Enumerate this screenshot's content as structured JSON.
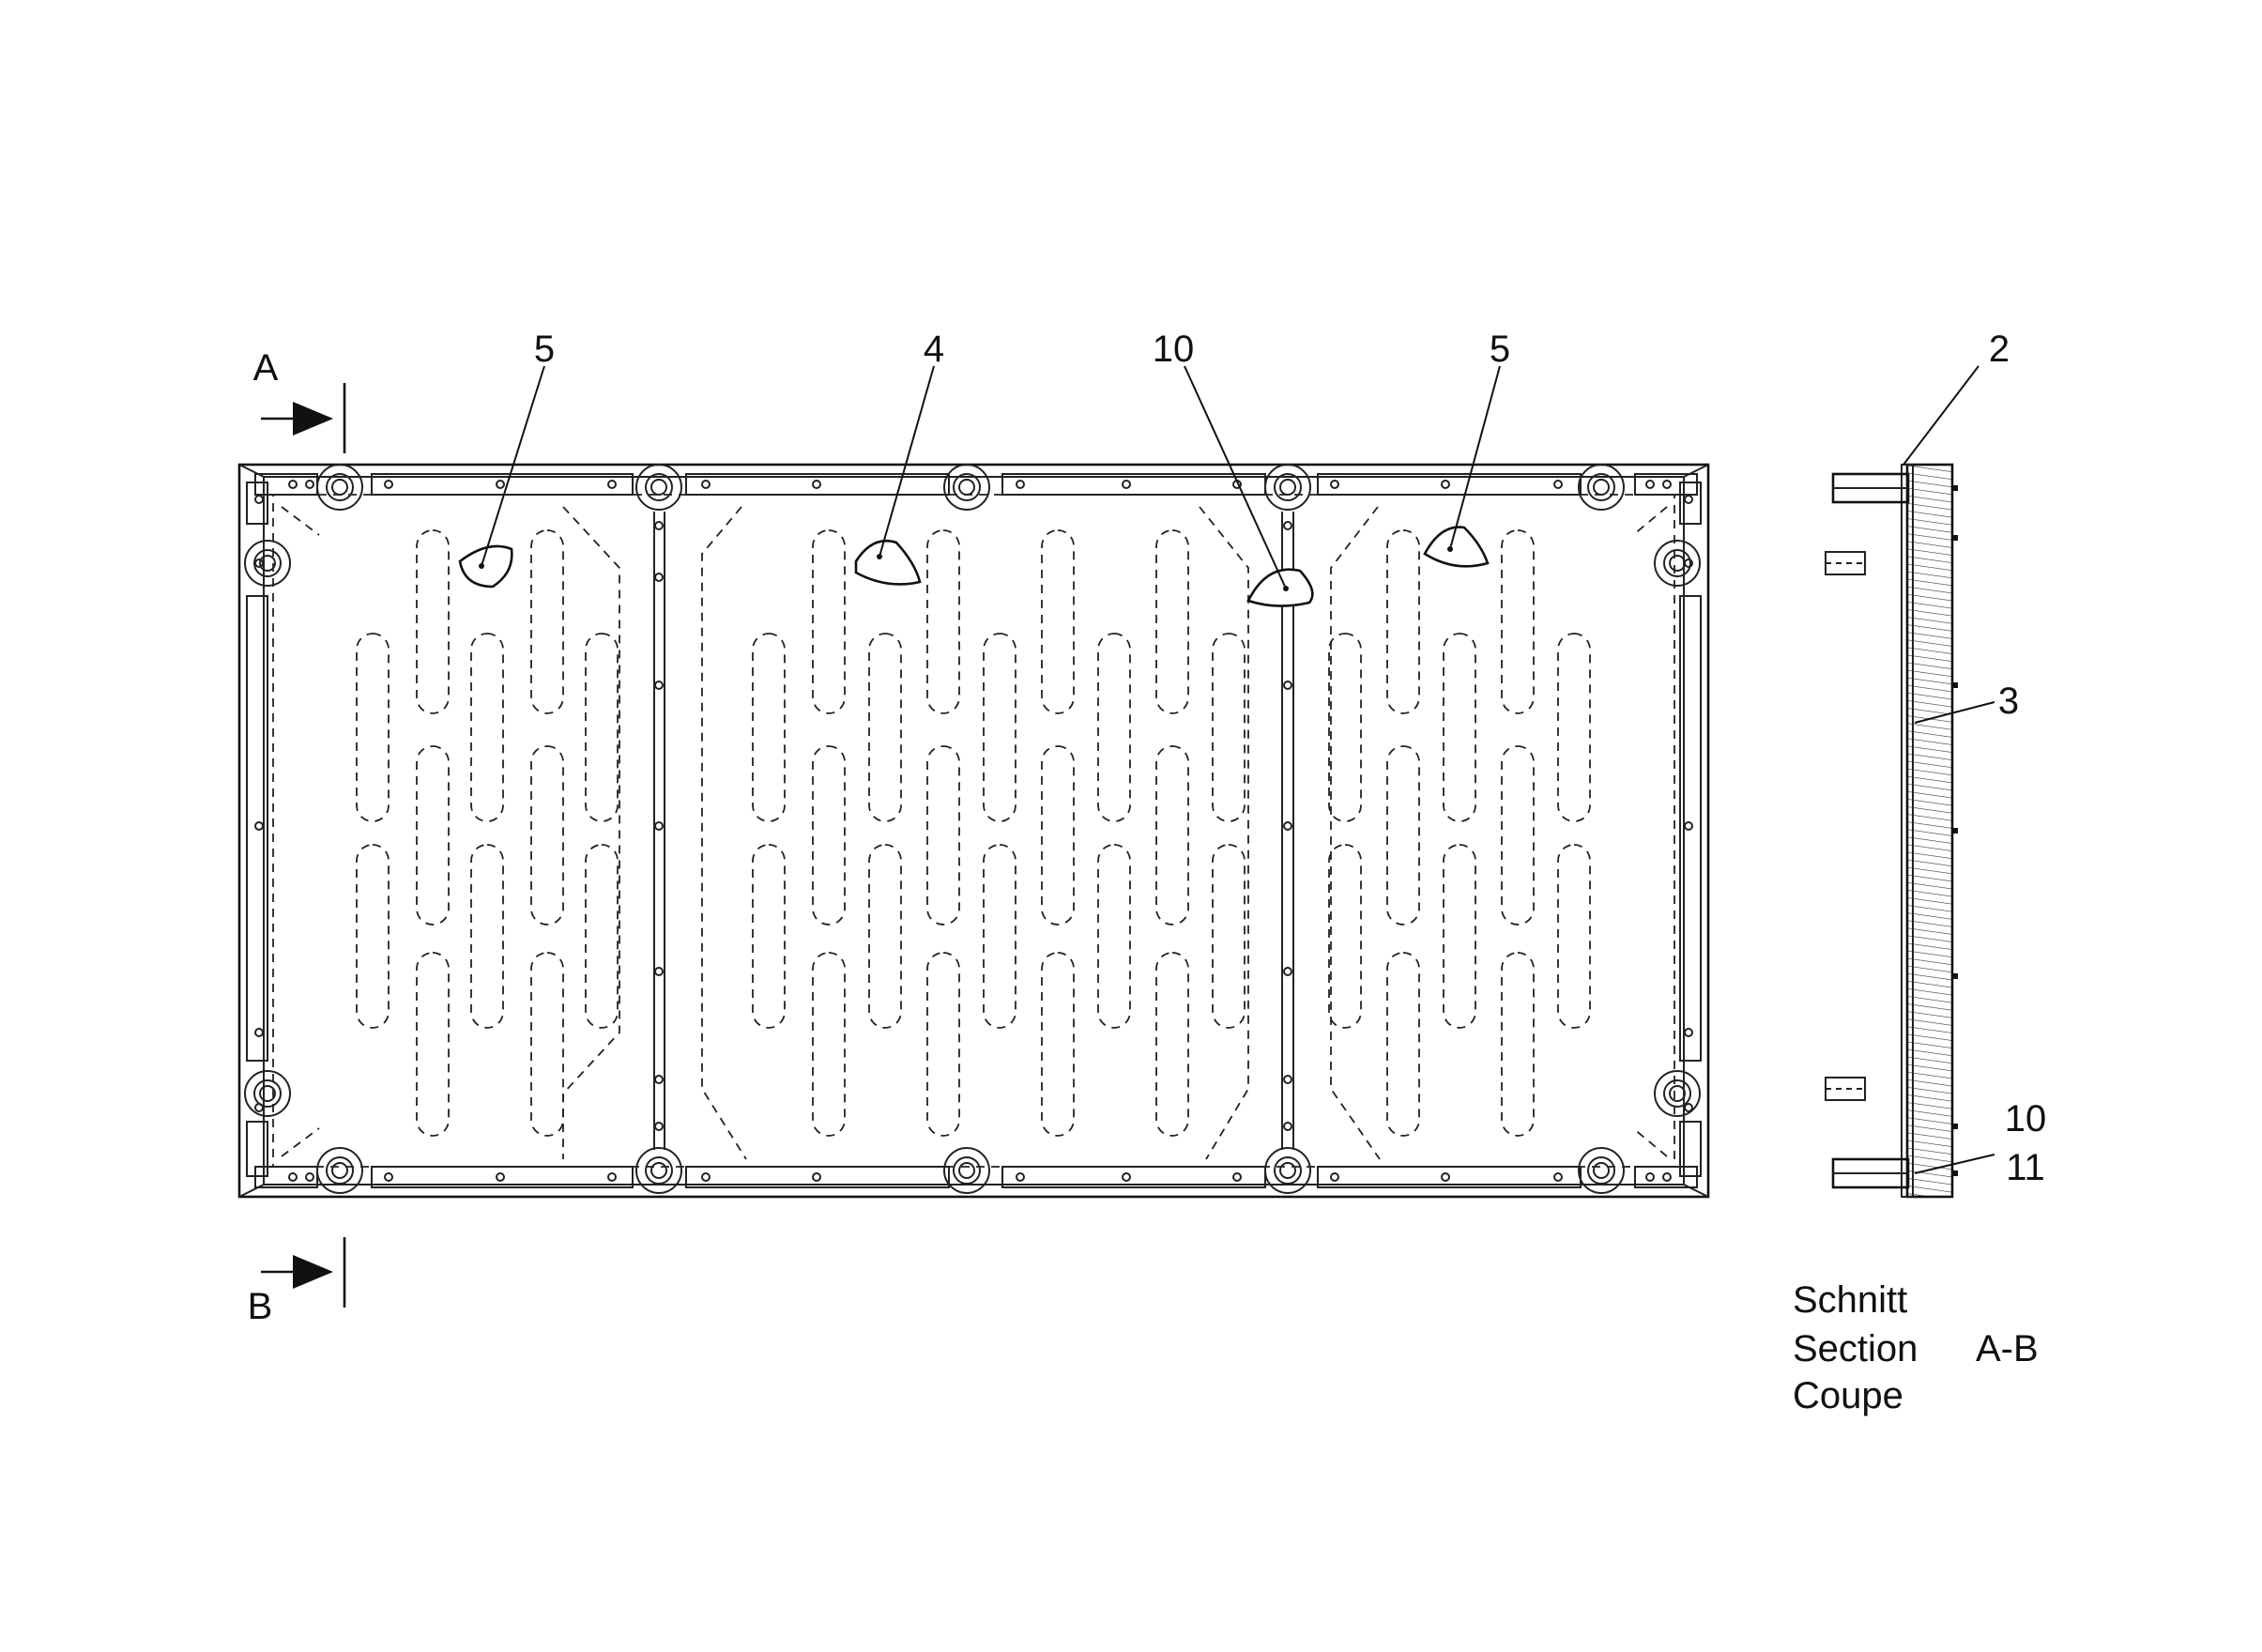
{
  "section_markers": {
    "top": "A",
    "bottom": "B"
  },
  "plan_callouts": [
    "5",
    "4",
    "10",
    "5"
  ],
  "section_callouts": [
    "2",
    "3",
    "10",
    "11"
  ],
  "caption": {
    "line1": "Schnitt",
    "line2": "Section",
    "line3": "Coupe",
    "section_name": "A-B"
  }
}
